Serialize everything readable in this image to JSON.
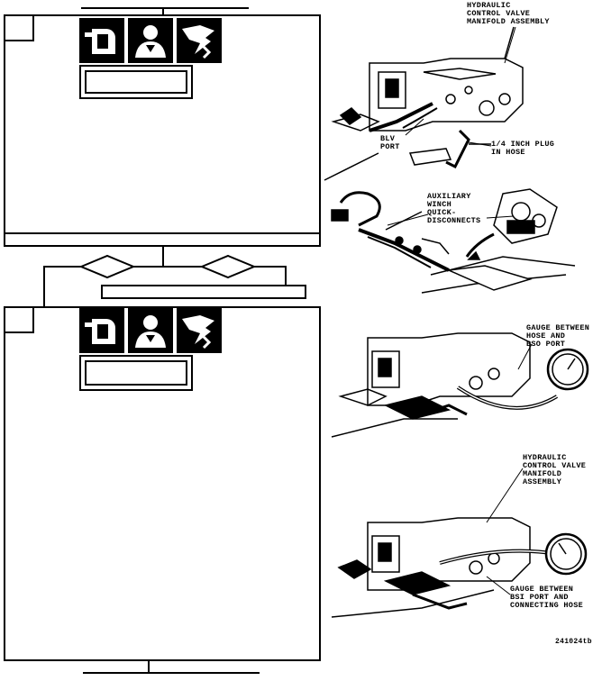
{
  "callouts": {
    "hcv_top": "HYDRAULIC\nCONTROL VALVE\nMANIFOLD ASSEMBLY",
    "blv_port": "BLV\nPORT",
    "plug": "1/4 INCH PLUG\nIN HOSE",
    "aux_winch": "AUXILIARY\nWINCH\nQUICK-\nDISCONNECTS",
    "gauge_bso": "GAUGE BETWEEN\nHOSE AND\nBSO PORT",
    "hcv_mid": "HYDRAULIC\nCONTROL VALVE\nMANIFOLD\nASSEMBLY",
    "gauge_bsi": "GAUGE BETWEEN\nBSI PORT AND\nCONNECTING HOSE"
  },
  "figure_id": "241024tb",
  "icons": [
    "face-shield-icon",
    "person-hazard-icon",
    "hand-hazard-icon"
  ]
}
